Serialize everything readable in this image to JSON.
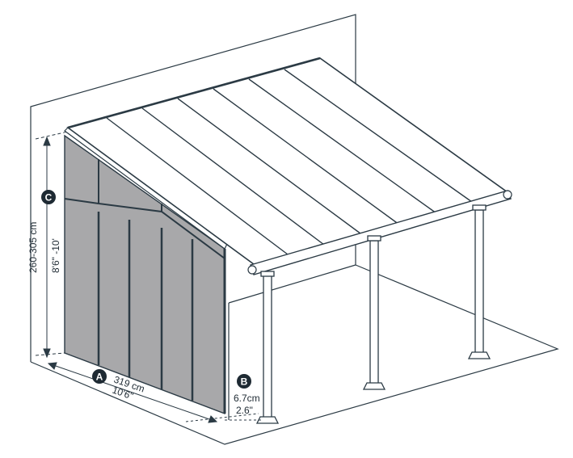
{
  "dimensions": {
    "height": {
      "marker": "C",
      "metric": "260-305 cm",
      "imperial": "8'6\" -10'"
    },
    "width": {
      "marker": "A",
      "metric": "319 cm",
      "imperial": "10'6\""
    },
    "post": {
      "marker": "B",
      "metric": "6.7cm",
      "imperial": "2.6\""
    }
  },
  "colors": {
    "line": "#2b3a44",
    "panel": "#a8a8aa",
    "roof": "#ffffff",
    "badge": "#1e2a33"
  }
}
